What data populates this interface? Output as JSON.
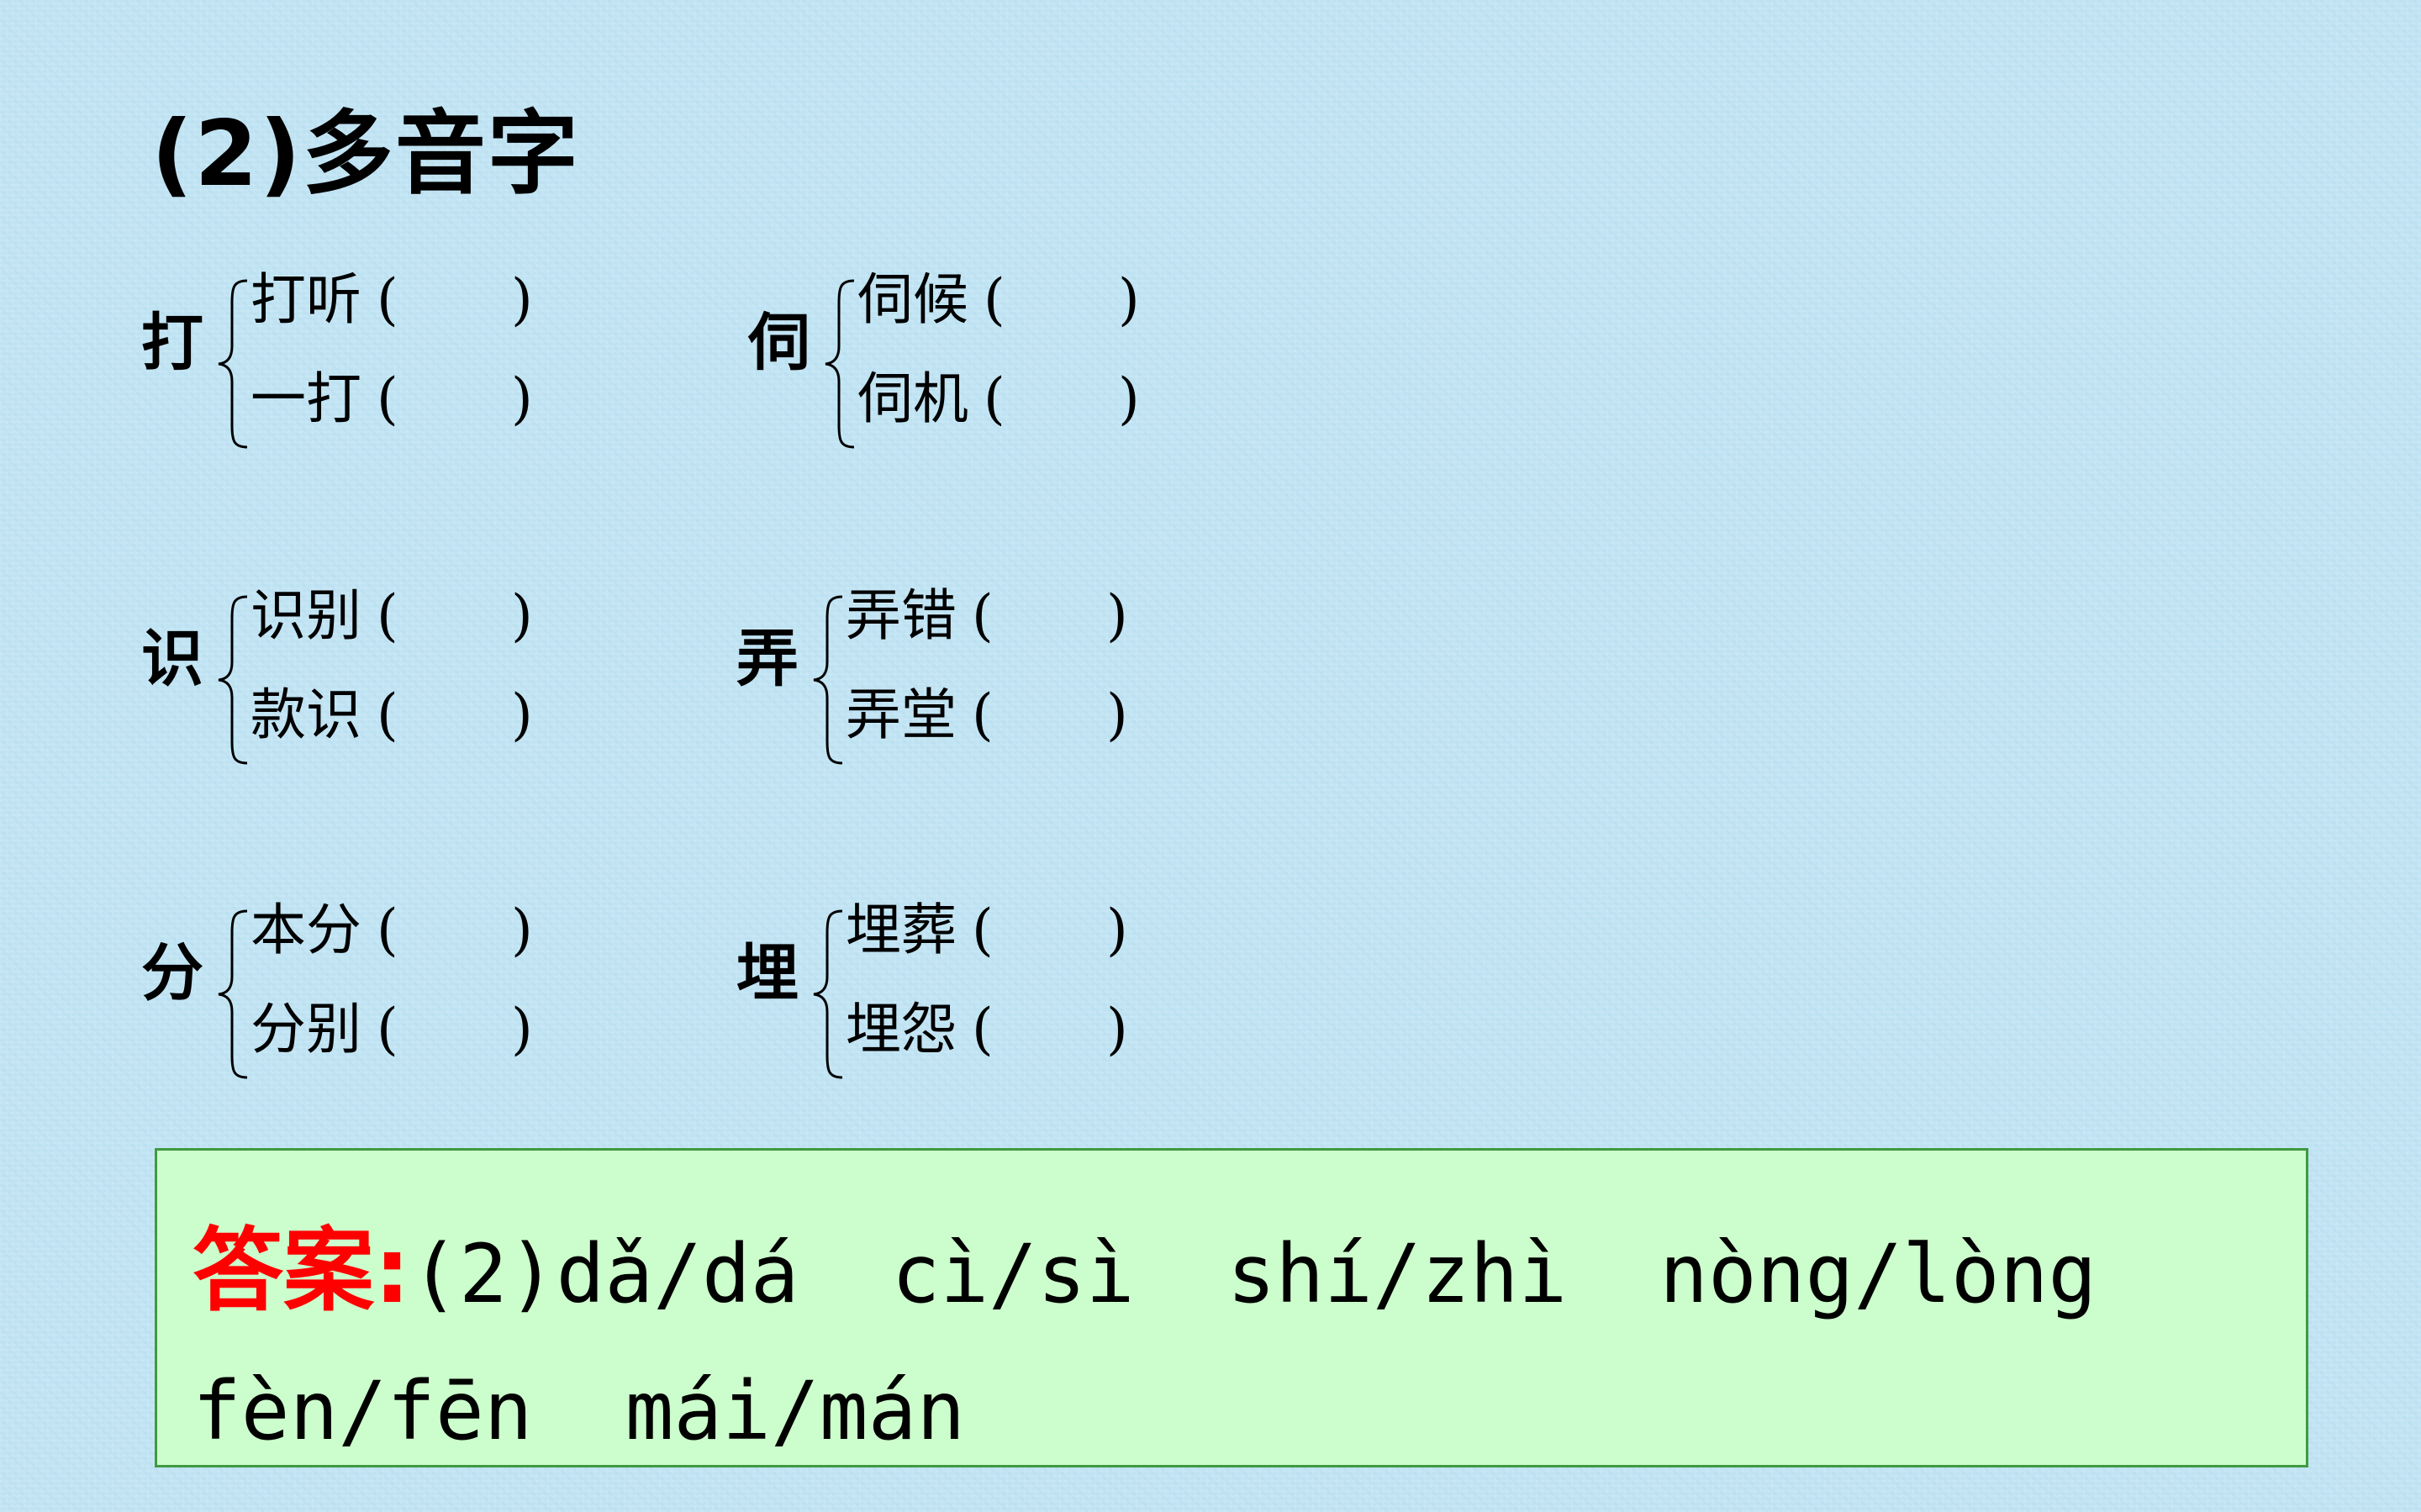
{
  "title": "(2)多音字",
  "groups": [
    {
      "char": "打",
      "items": [
        {
          "word": "打听",
          "open": "(",
          "close": ")"
        },
        {
          "word": "一打",
          "open": "(",
          "close": ")"
        }
      ]
    },
    {
      "char": "伺",
      "items": [
        {
          "word": "伺候",
          "open": "(",
          "close": ")"
        },
        {
          "word": "伺机",
          "open": "(",
          "close": ")"
        }
      ]
    },
    {
      "char": "识",
      "items": [
        {
          "word": "识别",
          "open": "(",
          "close": ")"
        },
        {
          "word": "款识",
          "open": "(",
          "close": ")"
        }
      ]
    },
    {
      "char": "弄",
      "items": [
        {
          "word": "弄错",
          "open": "(",
          "close": ")"
        },
        {
          "word": "弄堂",
          "open": "(",
          "close": ")"
        }
      ]
    },
    {
      "char": "分",
      "items": [
        {
          "word": "本分",
          "open": "(",
          "close": ")"
        },
        {
          "word": "分别",
          "open": "(",
          "close": ")"
        }
      ]
    },
    {
      "char": "埋",
      "items": [
        {
          "word": "埋葬",
          "open": "(",
          "close": ")"
        },
        {
          "word": "埋怨",
          "open": "(",
          "close": ")"
        }
      ]
    }
  ],
  "answer": {
    "label": "答案:",
    "prefix": "(2)",
    "line1": [
      "dǎ/dá",
      "cì/sì",
      "shí/zhì",
      "nòng/lòng"
    ],
    "line2": [
      "fèn/fēn",
      "mái/mán"
    ]
  },
  "colors": {
    "background": "#bfe3f3",
    "answer_box": "#ccfdcc",
    "answer_border": "#3f9a3f",
    "answer_label": "#ff0000"
  }
}
